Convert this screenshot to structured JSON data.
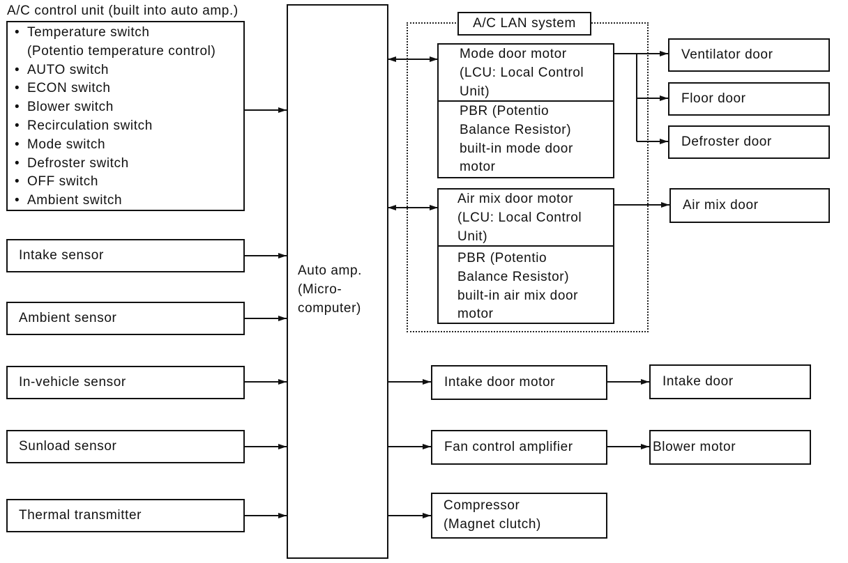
{
  "title": "A/C control unit (built into auto amp.)",
  "switches": [
    "Temperature switch",
    "(Potentio temperature control)",
    "AUTO switch",
    "ECON switch",
    "Blower switch",
    "Recirculation switch",
    "Mode switch",
    "Defroster switch",
    "OFF switch",
    "Ambient switch"
  ],
  "sensors": {
    "intake": "Intake sensor",
    "ambient": "Ambient sensor",
    "in_vehicle": "In-vehicle sensor",
    "sunload": "Sunload sensor",
    "thermal": "Thermal transmitter"
  },
  "auto_amp": [
    "Auto amp.",
    "(Micro-",
    "computer)"
  ],
  "lan_label": "A/C LAN system",
  "mode_motor": [
    "Mode door motor",
    "(LCU: Local Control",
    "Unit)"
  ],
  "mode_pbr": [
    "PBR (Potentio",
    "Balance Resistor)",
    "built-in mode door",
    "motor"
  ],
  "airmix_motor": [
    "Air mix door motor",
    "(LCU: Local Control",
    "Unit)"
  ],
  "airmix_pbr": [
    "PBR (Potentio",
    "Balance Resistor)",
    "built-in air mix door",
    "motor"
  ],
  "doors": {
    "ventilator": "Ventilator door",
    "floor": "Floor door",
    "defroster": "Defroster door",
    "airmix": "Air mix door",
    "intake": "Intake door"
  },
  "outputs": {
    "intake_motor": "Intake door motor",
    "fan_amp": "Fan control amplifier",
    "blower": "Blower motor",
    "compressor": [
      "Compressor",
      "(Magnet clutch)"
    ]
  }
}
